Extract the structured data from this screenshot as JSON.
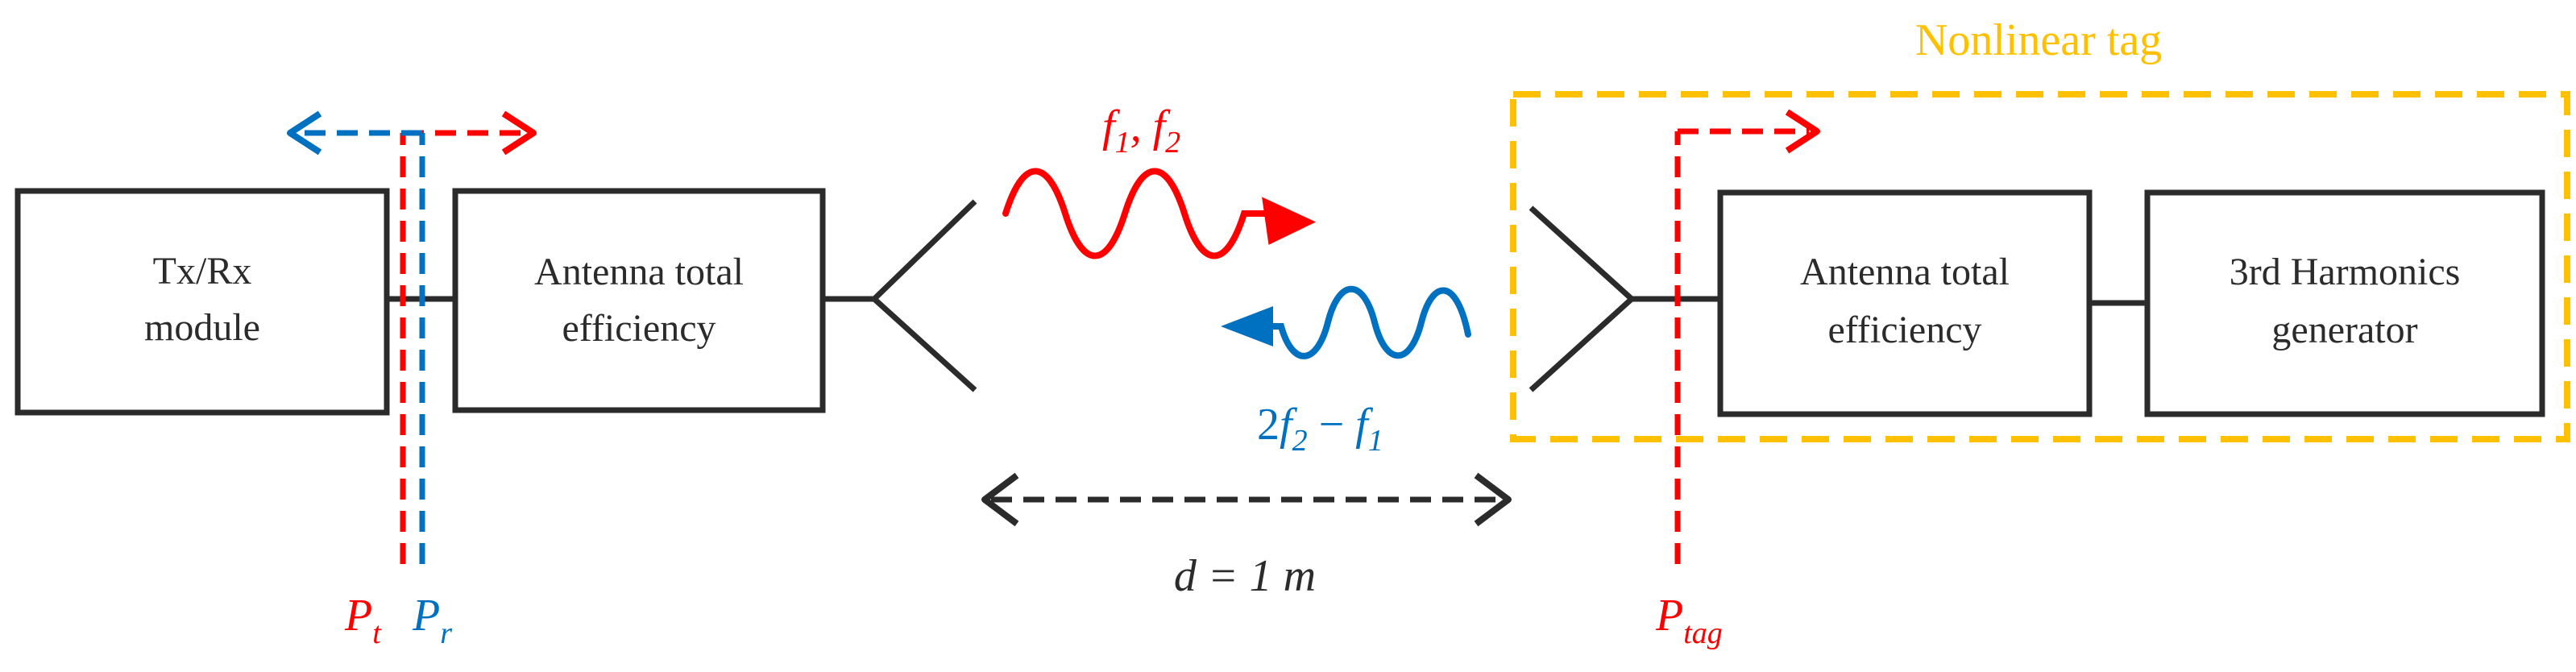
{
  "tag_title": "Nonlinear tag",
  "boxes": {
    "txrx": {
      "line1": "Tx/Rx",
      "line2": "module"
    },
    "antenna_left": {
      "line1": "Antenna total",
      "line2": "efficiency"
    },
    "antenna_right": {
      "line1": "Antenna total",
      "line2": "efficiency"
    },
    "harmonics": {
      "line1": "3rd Harmonics",
      "line2": "generator"
    }
  },
  "labels": {
    "tx_freq_f": "f",
    "tx_freq_sub1": "1",
    "tx_freq_sep": ", ",
    "tx_freq_sub2": "2",
    "rx_freq_coef": "2",
    "rx_freq_f2": "f",
    "rx_freq_sub2": "2",
    "rx_freq_minus": " − ",
    "rx_freq_f1": "f",
    "rx_freq_sub1": "1",
    "distance": "d = 1 m",
    "pt_main": "P",
    "pt_sub": "t",
    "pr_main": "P",
    "pr_sub": "r",
    "ptag_main": "P",
    "ptag_sub": "tag"
  },
  "colors": {
    "tx": "#ff0000",
    "rx": "#0070c0",
    "tag": "#ffc000",
    "line": "#2b2b2b"
  }
}
